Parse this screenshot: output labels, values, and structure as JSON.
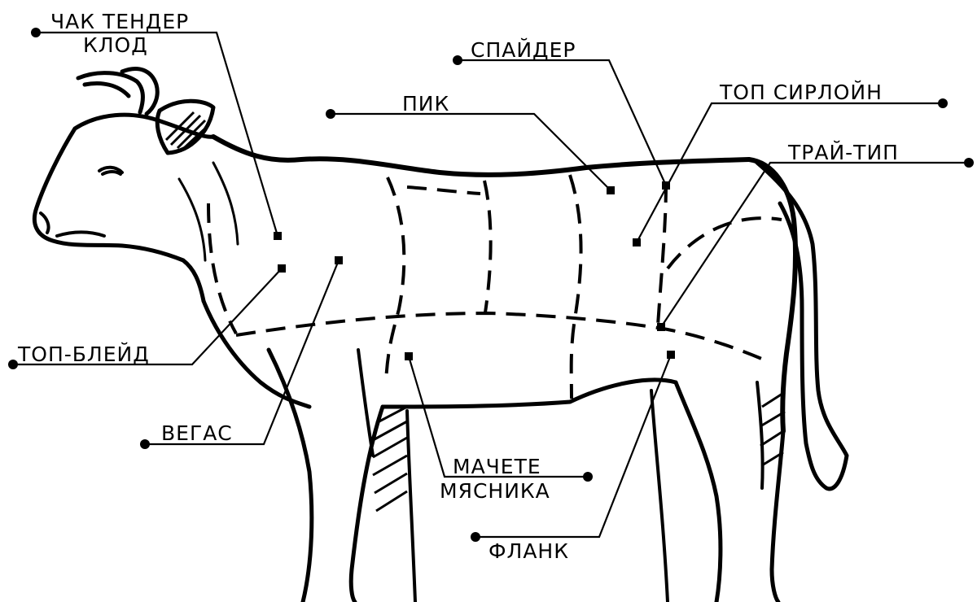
{
  "diagram": {
    "labels": {
      "chuck_tender_line1": "ЧАК ТЕНДЕР",
      "chuck_tender_line2": "КЛОД",
      "spider": "СПАЙДЕР",
      "peak": "ПИК",
      "top_sirloin": "ТОП СИРЛОЙН",
      "tri_tip": "ТРАЙ-ТИП",
      "top_blade": "ТОП-БЛЕЙД",
      "vegas": "ВЕГАС",
      "machete_line1": "МАЧЕТЕ",
      "machete_line2": "МЯСНИКА",
      "flank": "ФЛАНК"
    },
    "colors": {
      "ink": "#000000",
      "background": "#ffffff"
    }
  }
}
